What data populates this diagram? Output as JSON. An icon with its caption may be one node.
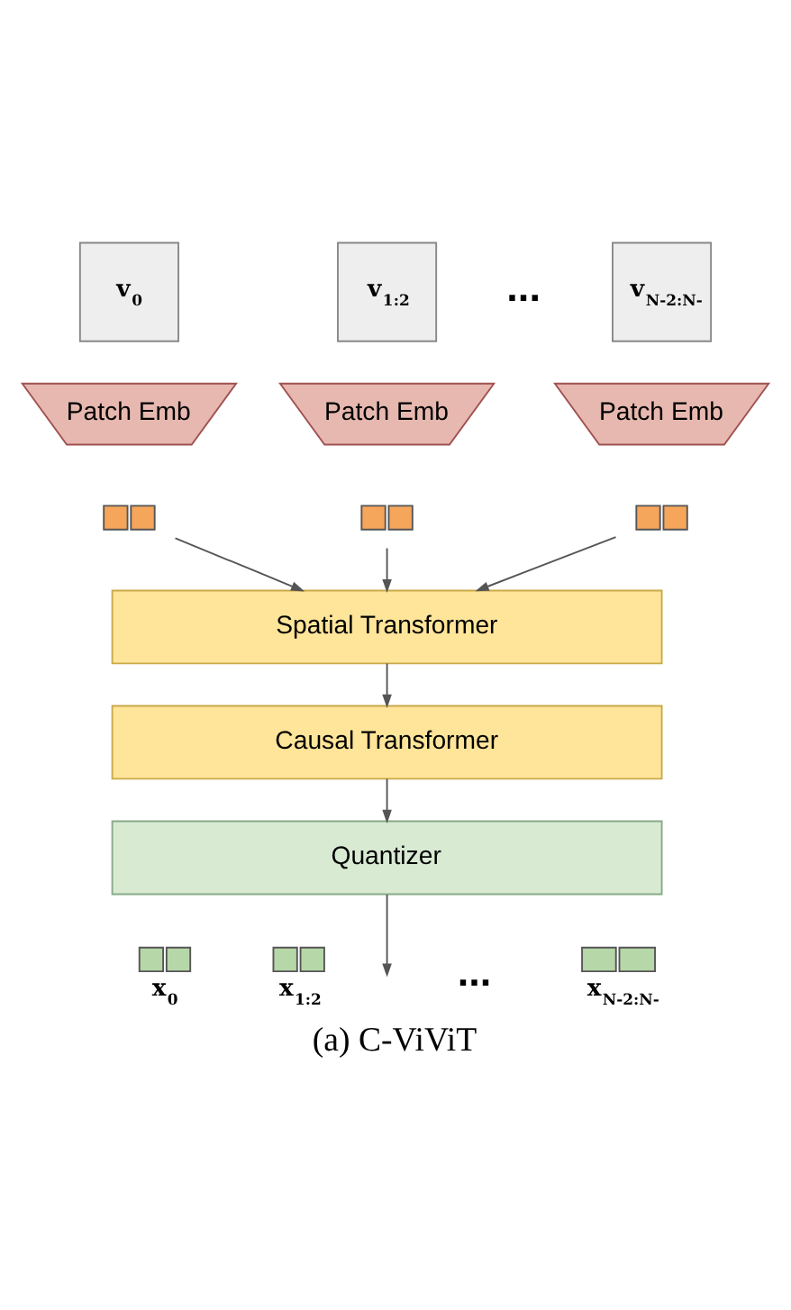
{
  "diagram": {
    "caption": "(a) C-ViViT",
    "nodes": [
      {
        "text": [
          "v$_{0}$"
        ]
      },
      {
        "text": [
          "v$_{1:2}$"
        ]
      },
      {
        "text": [
          "v$_{N-2:N-}$"
        ]
      },
      {
        "text": [
          "Patch Emb"
        ]
      },
      {
        "text": [
          "Patch Emb"
        ]
      },
      {
        "text": [
          "Patch Emb"
        ]
      },
      {
        "text": [],
        "shape": "box"
      },
      {
        "text": [],
        "shape": "box"
      },
      {
        "text": [],
        "shape": "box"
      },
      {
        "text": [
          "Spatial Transformer"
        ]
      },
      {
        "text": [
          "Causal Transformer"
        ]
      },
      {
        "text": [
          "Quantizer"
        ]
      },
      {
        "text": [],
        "shape": "box",
        "beside": [
          "x$_{0}$"
        ]
      },
      {
        "text": [],
        "shape": "box",
        "beside": [
          "x$_{1:2}$"
        ]
      },
      {
        "text": [],
        "shape": "box",
        "beside": [
          "x$_{N-2:N-}$"
        ]
      }
    ],
    "edges": [
      {
        "from": 6,
        "to": 9,
        "arrow": "to"
      },
      {
        "from": 7,
        "to": 9,
        "arrow": "to"
      },
      {
        "from": 8,
        "to": 9,
        "arrow": "to"
      },
      {
        "from": 9,
        "to": 10,
        "arrow": "to"
      },
      {
        "from": 10,
        "to": 11,
        "arrow": "to"
      },
      {
        "from": 11,
        "to": null,
        "arrow": "to"
      }
    ],
    "labels": [
      "...",
      "..."
    ]
  }
}
